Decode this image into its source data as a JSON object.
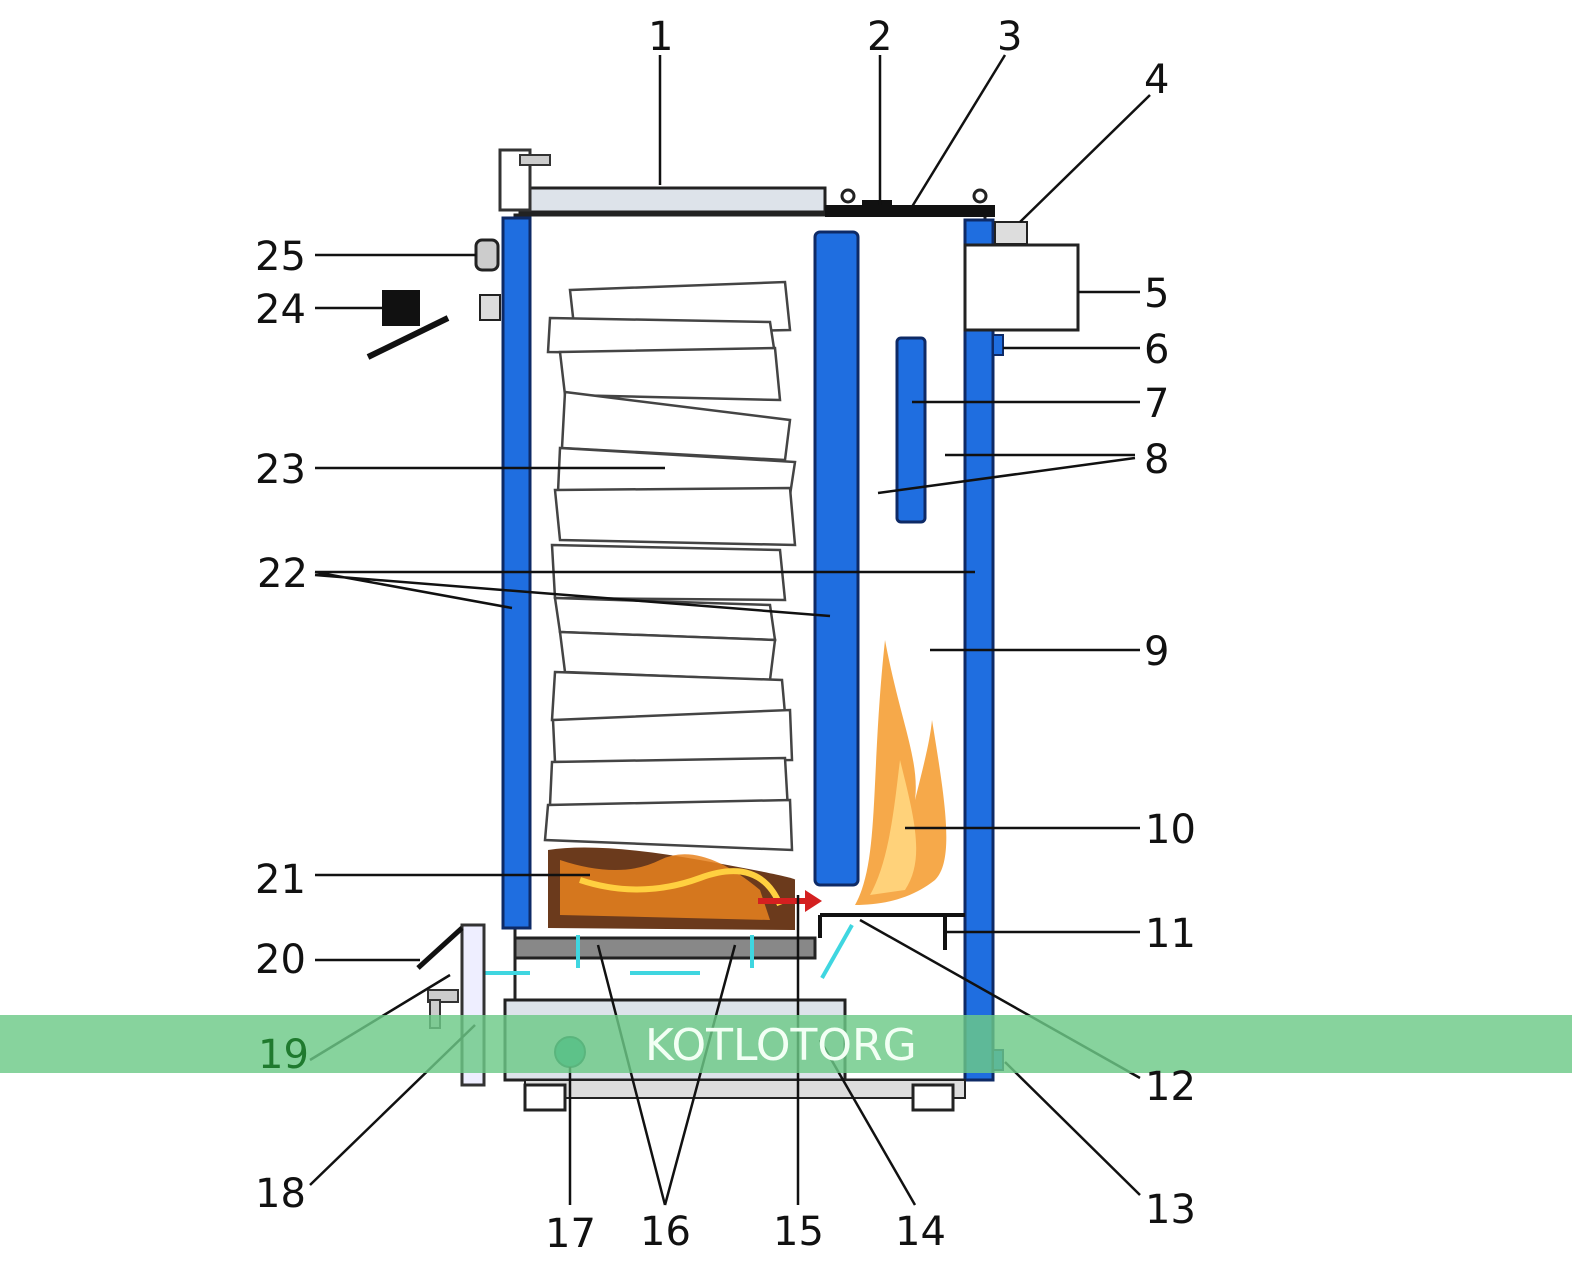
{
  "diagram": {
    "labels": [
      "1",
      "2",
      "3",
      "4",
      "5",
      "6",
      "7",
      "8",
      "9",
      "10",
      "11",
      "12",
      "13",
      "14",
      "15",
      "16",
      "17",
      "18",
      "19",
      "20",
      "21",
      "22",
      "23",
      "24",
      "25"
    ],
    "watermark": "KOTLOTORG",
    "colors": {
      "water_jacket": "#1f6ee0",
      "watermark_band": "#6cc987",
      "label_19": "#1f7a2e",
      "airflow": "#3fd6e0",
      "gas_arrow": "#d42020"
    }
  }
}
